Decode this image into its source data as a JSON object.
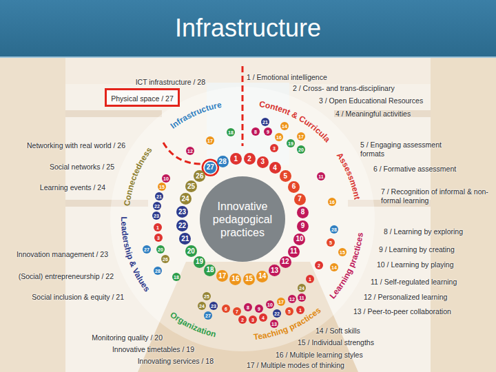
{
  "diagram": {
    "title": "Infrastructure",
    "nodes": [
      {
        "text": [
          "Innovative pedagogical practices"
        ]
      },
      {
        "text": [
          "Physical space / 27"
        ]
      },
      {
        "text": [
          "1"
        ]
      },
      {
        "text": [
          "2"
        ]
      },
      {
        "text": [
          "3"
        ]
      },
      {
        "text": [
          "4"
        ]
      },
      {
        "text": [
          "5"
        ]
      },
      {
        "text": [
          "6"
        ]
      },
      {
        "text": [
          "7"
        ]
      },
      {
        "text": [
          "8"
        ]
      },
      {
        "text": [
          "9"
        ]
      },
      {
        "text": [
          "10"
        ]
      },
      {
        "text": [
          "11"
        ]
      },
      {
        "text": [
          "12"
        ]
      },
      {
        "text": [
          "13"
        ]
      },
      {
        "text": [
          "14"
        ]
      },
      {
        "text": [
          "15"
        ]
      },
      {
        "text": [
          "16"
        ]
      },
      {
        "text": [
          "17"
        ]
      },
      {
        "text": [
          "18"
        ]
      },
      {
        "text": [
          "19"
        ]
      },
      {
        "text": [
          "20"
        ]
      },
      {
        "text": [
          "21"
        ]
      },
      {
        "text": [
          "22"
        ]
      },
      {
        "text": [
          "23"
        ]
      },
      {
        "text": [
          "24"
        ]
      },
      {
        "text": [
          "25"
        ]
      },
      {
        "text": [
          "26"
        ]
      },
      {
        "text": [
          "27"
        ]
      },
      {
        "text": [
          "28"
        ]
      },
      {
        "text": [
          "21"
        ]
      },
      {
        "text": [
          "14"
        ]
      },
      {
        "text": [
          "18"
        ]
      },
      {
        "text": [
          "8"
        ]
      },
      {
        "text": [
          "9"
        ]
      },
      {
        "text": [
          "17"
        ]
      },
      {
        "text": [
          "16"
        ]
      },
      {
        "text": [
          "19"
        ]
      },
      {
        "text": [
          "20"
        ]
      },
      {
        "text": [
          "17"
        ]
      },
      {
        "text": [
          "12"
        ]
      },
      {
        "text": [
          "3"
        ]
      },
      {
        "text": [
          "11"
        ]
      },
      {
        "text": [
          "10"
        ]
      },
      {
        "text": [
          "15"
        ]
      },
      {
        "text": [
          "21"
        ]
      },
      {
        "text": [
          "22"
        ]
      },
      {
        "text": [
          "23"
        ]
      },
      {
        "text": [
          "1"
        ]
      },
      {
        "text": [
          "3"
        ]
      },
      {
        "text": [
          "27"
        ]
      },
      {
        "text": [
          "20"
        ]
      },
      {
        "text": [
          "26"
        ]
      },
      {
        "text": [
          "28"
        ]
      },
      {
        "text": [
          "18"
        ]
      },
      {
        "text": [
          "16"
        ]
      },
      {
        "text": [
          "28"
        ]
      },
      {
        "text": [
          "5"
        ]
      },
      {
        "text": [
          "15"
        ]
      },
      {
        "text": [
          "2"
        ]
      },
      {
        "text": [
          "14"
        ]
      },
      {
        "text": [
          "1"
        ]
      },
      {
        "text": [
          "24"
        ]
      },
      {
        "text": [
          "25"
        ]
      },
      {
        "text": [
          "24"
        ]
      },
      {
        "text": [
          "23"
        ]
      },
      {
        "text": [
          "27"
        ]
      },
      {
        "text": [
          "6"
        ]
      },
      {
        "text": [
          "7"
        ]
      },
      {
        "text": [
          "8"
        ]
      },
      {
        "text": [
          "9"
        ]
      },
      {
        "text": [
          "10"
        ]
      },
      {
        "text": [
          "17"
        ]
      },
      {
        "text": [
          "12"
        ]
      },
      {
        "text": [
          "11"
        ]
      },
      {
        "text": [
          "22"
        ]
      },
      {
        "text": [
          "5"
        ]
      },
      {
        "text": [
          "2"
        ]
      },
      {
        "text": [
          "3"
        ]
      },
      {
        "text": [
          "4"
        ]
      },
      {
        "text": [
          "13"
        ]
      },
      {
        "text": [
          "1"
        ]
      }
    ],
    "labels": [
      "1 / Emotional intelligence",
      "2 / Cross- and trans-disciplinary",
      "3 / Open Educational Resources",
      "4 / Meaningful activities",
      "5 / Engaging assessment formats",
      "6 / Formative assessment",
      "7 / Recognition of informal & non-formal learning",
      "8 / Learning by exploring",
      "9 / Learning by creating",
      "10 / Learning by playing",
      "11 / Self-regulated learning",
      "12 / Personalized learning",
      "13 / Peer-to-peer collaboration",
      "14 / Soft skills",
      "15 / Individual strengths",
      "16 / Multiple learning styles",
      "17 / Multiple modes of thinking",
      "ICT infrastructure / 28",
      "Networking with real world / 26",
      "Social networks / 25",
      "Learning events / 24",
      "Innovation management / 23",
      "(Social) entrepreneurship / 22",
      "Social inclusion & equity / 21",
      "Monitoring quality / 20",
      "Innovative timetables / 19",
      "Innovating services / 18",
      "Infrastructure",
      "Content & Curricula",
      "Assessment",
      "Learning practices",
      "Teaching practices",
      "Organization",
      "Leadership & Values",
      "Connectedness"
    ]
  }
}
